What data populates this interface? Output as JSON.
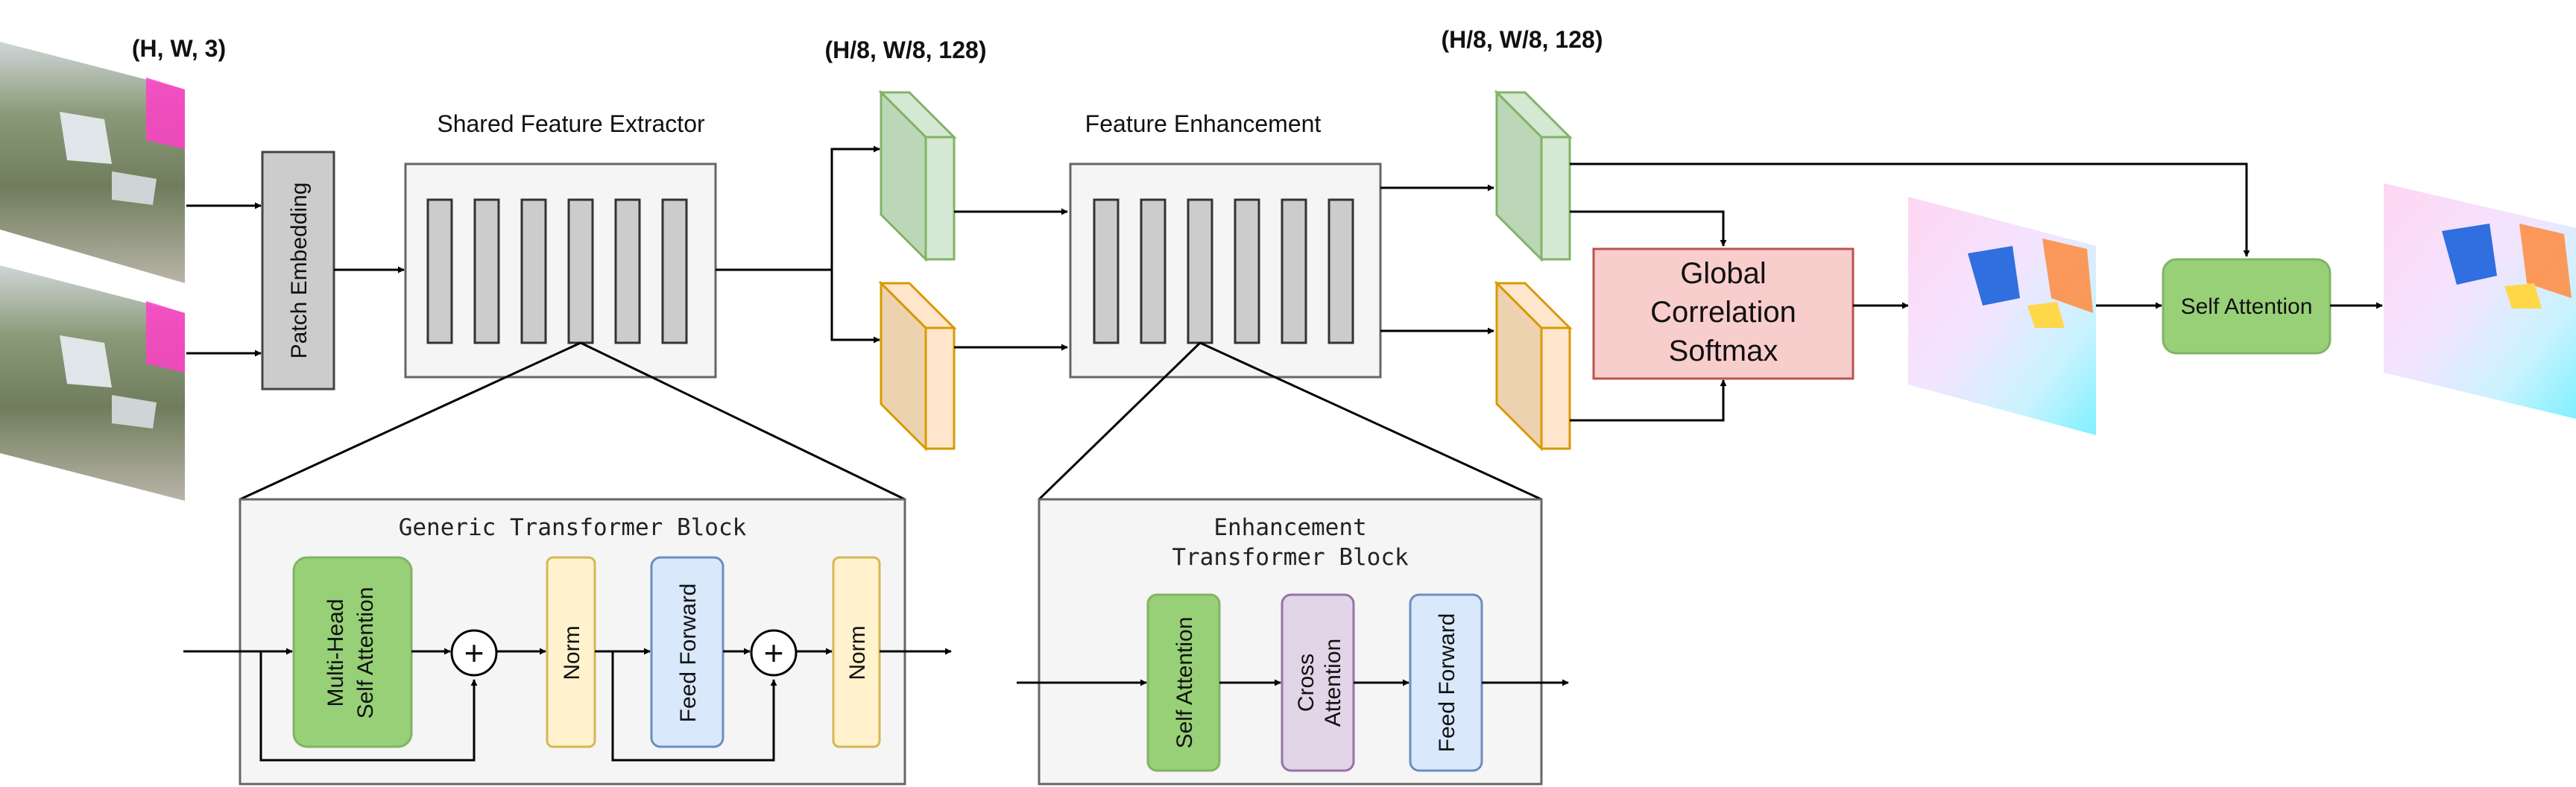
{
  "shapes": {
    "input": "(H, W, 3)",
    "features_extracted": "(H/8, W/8, 128)",
    "features_enhanced": "(H/8, W/8, 128)"
  },
  "labels": {
    "patch_embedding": "Patch Embedding",
    "shared_extractor": "Shared Feature Extractor",
    "feature_enhancement": "Feature Enhancement",
    "global_correlation": [
      "Global",
      "Correlation",
      "Softmax"
    ],
    "self_attention_top": "Self Attention"
  },
  "generic_block": {
    "title": "Generic Transformer Block",
    "mhsa": [
      "Multi-Head",
      "Self Attention"
    ],
    "norm": "Norm",
    "feed_forward": "Feed Forward",
    "plus": "+"
  },
  "enhancement_block": {
    "title": [
      "Enhancement",
      "Transformer Block"
    ],
    "self_attention": "Self Attention",
    "cross_attention": [
      "Cross",
      "Attention"
    ],
    "feed_forward": "Feed Forward"
  },
  "colors": {
    "green_fill": "#97d077",
    "green_stroke": "#82b366",
    "yellow_fill": "#fff2cc",
    "yellow_stroke": "#d6b656",
    "blue_fill": "#dae8fc",
    "blue_stroke": "#6c8ebf",
    "purple_fill": "#e1d5e7",
    "purple_stroke": "#9673a6",
    "red_fill": "#f8cecc",
    "red_stroke": "#b85450",
    "gray_fill": "#f5f5f5",
    "bar_fill": "#cccccc"
  }
}
